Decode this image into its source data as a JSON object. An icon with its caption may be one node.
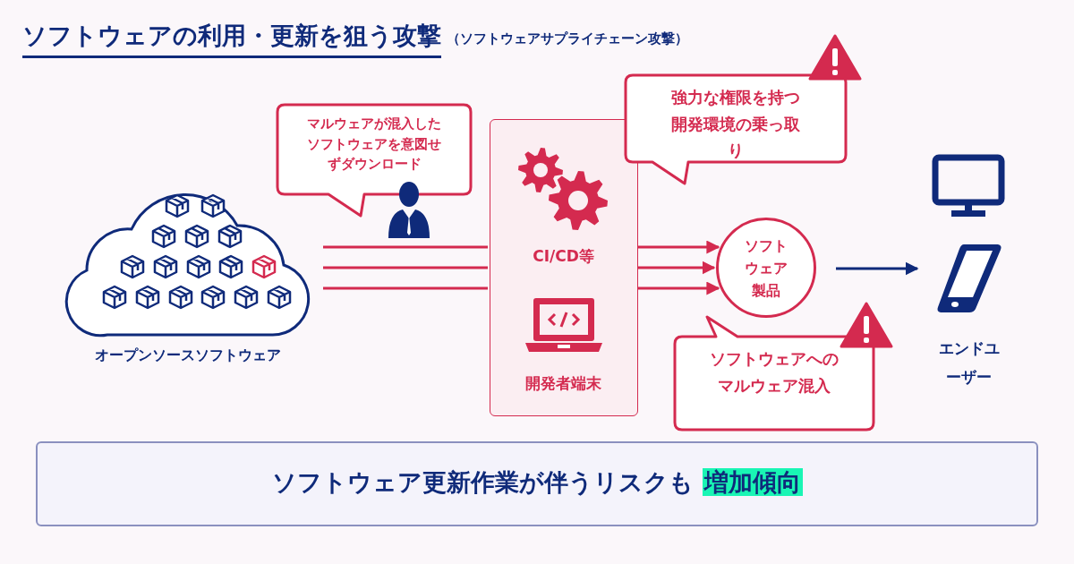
{
  "diagram": {
    "title": "ソフトウェアの利用・更新を狙う攻撃",
    "nodes": [
      {
        "text": [
          "オープンソースソフトウェア"
        ]
      },
      {
        "text": [
          "マルウェアが混入したソフトウェアを意図せずダウンロード"
        ]
      },
      {
        "text": [
          "CI/CD等",
          "開発者端末"
        ]
      },
      {
        "text": [
          "強力な権限を持つ開発環境の乗っ取り"
        ]
      },
      {
        "text": [
          "ソフトウェア製品"
        ]
      },
      {
        "text": [
          "ソフトウェアへのマルウェア混入"
        ]
      },
      {
        "text": [
          "エンドユーザー"
        ]
      },
      {
        "text": [
          "ソフトウェア更新作業が伴うリスクも",
          "増加傾向"
        ]
      }
    ],
    "edges": [
      {
        "from": 0,
        "to": 2,
        "arrow": "none"
      },
      {
        "from": 0,
        "to": 2,
        "arrow": "none"
      },
      {
        "from": 0,
        "to": 2,
        "arrow": "none"
      },
      {
        "from": 2,
        "to": 4,
        "arrow": "to"
      },
      {
        "from": 2,
        "to": 4,
        "arrow": "to"
      },
      {
        "from": 2,
        "to": 4,
        "arrow": "to"
      },
      {
        "from": 4,
        "to": 6,
        "arrow": "to",
        "color": "#0f2a7a"
      }
    ],
    "labels": [
      "（ソフトウェアサプライチェーン攻撃）"
    ]
  }
}
